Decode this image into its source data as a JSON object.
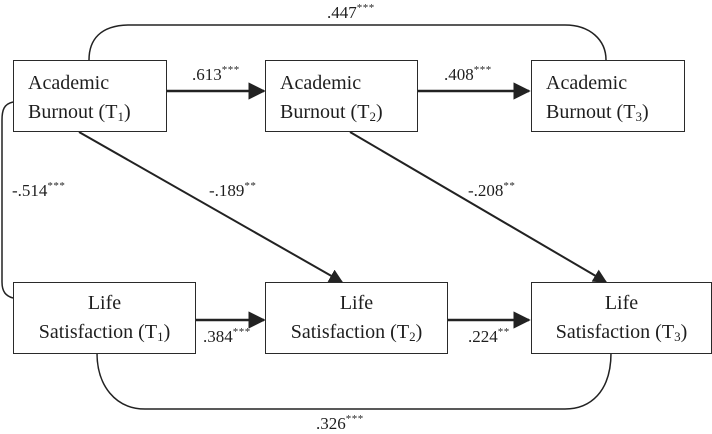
{
  "nodes": {
    "ab1": {
      "line1": "Academic",
      "line2": "Burnout (T",
      "sub": "1",
      "close": ")"
    },
    "ab2": {
      "line1": "Academic",
      "line2": "Burnout (T",
      "sub": "2",
      "close": ")"
    },
    "ab3": {
      "line1": "Academic",
      "line2": "Burnout (T",
      "sub": "3",
      "close": ")"
    },
    "ls1": {
      "line1": "Life",
      "line2": "Satisfaction (T",
      "sub": "1",
      "close": ")"
    },
    "ls2": {
      "line1": "Life",
      "line2": "Satisfaction (T",
      "sub": "2",
      "close": ")"
    },
    "ls3": {
      "line1": "Life",
      "line2": "Satisfaction (T",
      "sub": "3",
      "close": ")"
    }
  },
  "paths": {
    "ab1_ab3": {
      "value": ".447",
      "sig": "***"
    },
    "ab1_ab2": {
      "value": ".613",
      "sig": "***"
    },
    "ab2_ab3": {
      "value": ".408",
      "sig": "***"
    },
    "ab1_ls1": {
      "value": "-.514",
      "sig": "***"
    },
    "ab1_ls2": {
      "value": "-.189",
      "sig": "**"
    },
    "ab2_ls3": {
      "value": "-.208",
      "sig": "**"
    },
    "ls1_ls2": {
      "value": ".384",
      "sig": "***"
    },
    "ls2_ls3": {
      "value": ".224",
      "sig": "**"
    },
    "ls1_ls3": {
      "value": ".326",
      "sig": "***"
    }
  },
  "colors": {
    "line": "#222222",
    "text": "#1e1e1e",
    "background": "#ffffff"
  }
}
